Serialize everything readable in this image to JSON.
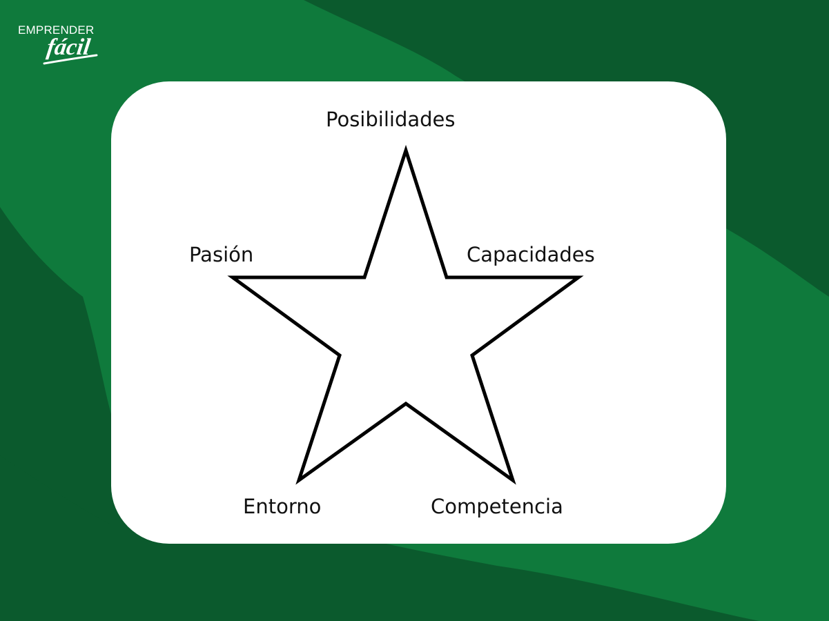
{
  "colors": {
    "background_dark": "#0b5a2d",
    "background_light": "#0f7a3c",
    "card": "#ffffff",
    "star_stroke": "#000000",
    "label": "#111111"
  },
  "logo": {
    "line1": "EMPRENDER",
    "line2": "fácil"
  },
  "diagram": {
    "shape": "star",
    "points": [
      {
        "label": "Posibilidades"
      },
      {
        "label": "Capacidades"
      },
      {
        "label": "Competencia"
      },
      {
        "label": "Entorno"
      },
      {
        "label": "Pasión"
      }
    ]
  }
}
